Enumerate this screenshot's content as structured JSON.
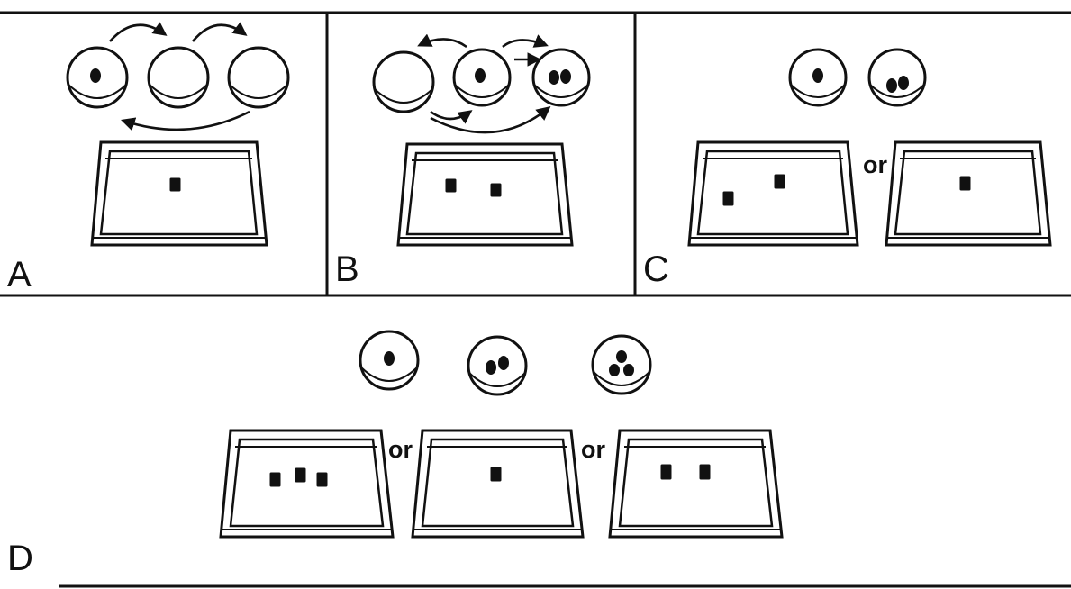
{
  "panels": {
    "a": {
      "label": "A"
    },
    "b": {
      "label": "B"
    },
    "c": {
      "label": "C",
      "or": "or"
    },
    "d": {
      "label": "D",
      "or_left": "or",
      "or_right": "or"
    }
  }
}
